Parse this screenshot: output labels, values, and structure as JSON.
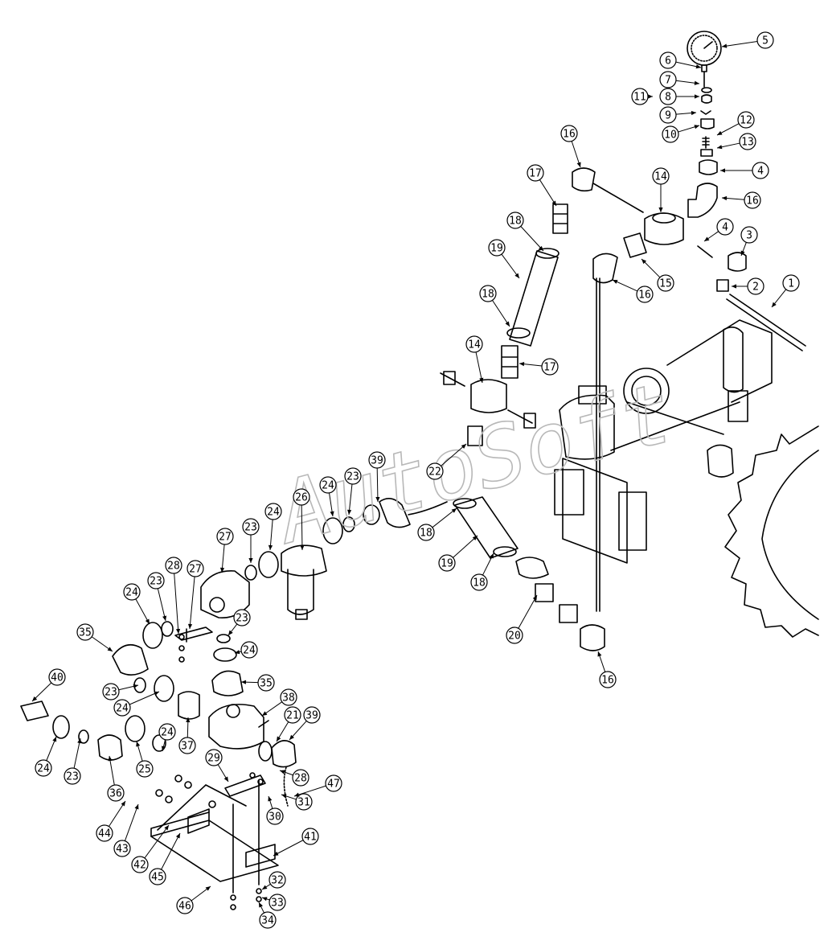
{
  "watermark": "AutoSoft",
  "callouts": [
    "1",
    "2",
    "3",
    "4",
    "4",
    "5",
    "6",
    "7",
    "8",
    "9",
    "10",
    "11",
    "12",
    "13",
    "14",
    "14",
    "15",
    "16",
    "16",
    "16",
    "16",
    "17",
    "17",
    "18",
    "18",
    "18",
    "18",
    "19",
    "19",
    "20",
    "21",
    "22",
    "23",
    "23",
    "23",
    "23",
    "23",
    "23",
    "24",
    "24",
    "24",
    "24",
    "24",
    "24",
    "24",
    "25",
    "26",
    "27",
    "27",
    "28",
    "28",
    "29",
    "30",
    "31",
    "32",
    "33",
    "34",
    "35",
    "35",
    "36",
    "37",
    "38",
    "39",
    "39",
    "40",
    "41",
    "42",
    "43",
    "44",
    "45",
    "46",
    "47"
  ]
}
